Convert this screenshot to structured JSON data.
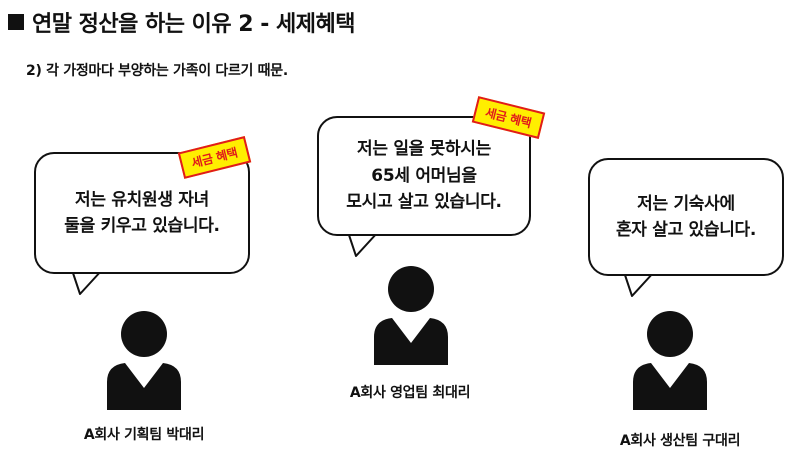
{
  "title": "연말 정산을 하는 이유 2 - 세제혜택",
  "subtitle": "2) 각 가정마다 부양하는 가족이 다르기 때문.",
  "people": [
    {
      "bubble_lines": [
        "저는 유치원생 자녀",
        "둘을 키우고 있습니다."
      ],
      "badge": "세금 혜택",
      "caption": "A회사 기획팀 박대리"
    },
    {
      "bubble_lines": [
        "저는 일을 못하시는",
        "65세 어머님을",
        "모시고 살고 있습니다."
      ],
      "badge": "세금 혜택",
      "caption": "A회사 영업팀 최대리"
    },
    {
      "bubble_lines": [
        "저는 기숙사에",
        "혼자 살고 있습니다."
      ],
      "caption": "A회사 생산팀 구대리"
    }
  ],
  "colors": {
    "badge_fill": "#ffee00",
    "badge_border": "#e11b1b",
    "person": "#111111"
  }
}
